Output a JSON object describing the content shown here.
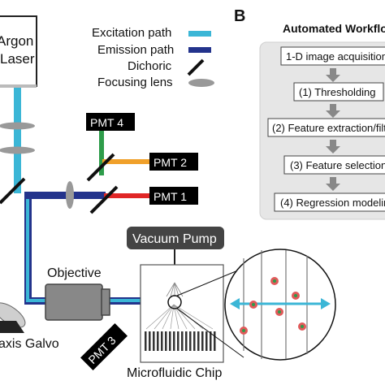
{
  "panel_b": {
    "letter": "B",
    "title": "Automated Workflo",
    "steps": [
      "1-D image acquisition",
      "(1) Thresholding",
      "(2) Feature extraction/filte",
      "(3) Feature selection",
      "(4) Regression modeling"
    ]
  },
  "laser": {
    "line1": "Argon",
    "line2": "Laser"
  },
  "legend": {
    "items": [
      {
        "label": "Excitation path",
        "color": "#3bb6d6"
      },
      {
        "label": "Emission path",
        "color": "#23338c"
      },
      {
        "label": "Dichoric"
      },
      {
        "label": "Focusing lens"
      }
    ]
  },
  "pmts": {
    "pmt4": "PMT 4",
    "pmt2": "PMT 2",
    "pmt1": "PMT 1",
    "pmt3": "PMT 3"
  },
  "vacuum_pump": "Vacuum Pump",
  "objective": "Objective",
  "galvo": "axis Galvo",
  "chip": "Microfluidic Chip",
  "colors": {
    "excitation": "#3bb6d6",
    "emission": "#23338c",
    "pmt4_fiber": "#2e9c4a",
    "pmt2_fiber": "#f0a02a",
    "pmt1_fiber": "#e02626",
    "panel_bg": "#e6e6e6",
    "cell": "#e05a5a"
  }
}
